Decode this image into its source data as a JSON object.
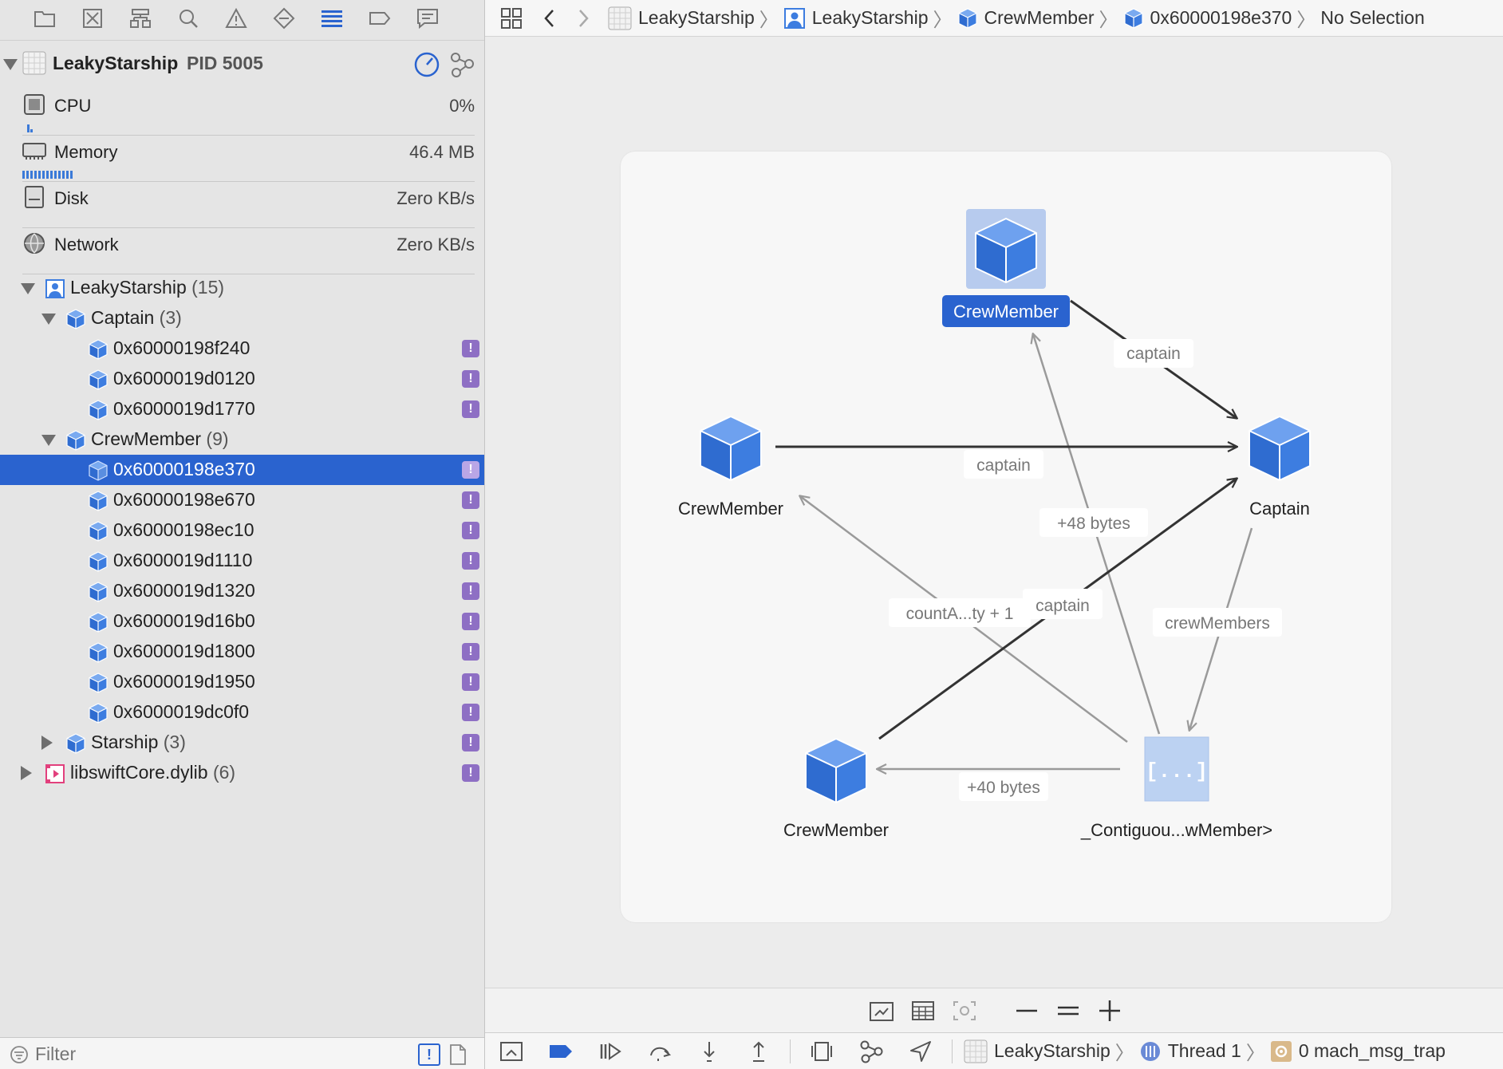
{
  "navigator": {
    "process": {
      "name": "LeakyStarship",
      "pid_label": "PID 5005"
    },
    "gauges": [
      {
        "label": "CPU",
        "value": "0%"
      },
      {
        "label": "Memory",
        "value": "46.4 MB"
      },
      {
        "label": "Disk",
        "value": "Zero KB/s"
      },
      {
        "label": "Network",
        "value": "Zero KB/s"
      }
    ],
    "tree": {
      "root": {
        "label": "LeakyStarship",
        "count": "(15)"
      },
      "captain_group": {
        "label": "Captain",
        "count": "(3)"
      },
      "captain_items": [
        "0x60000198f240",
        "0x6000019d0120",
        "0x6000019d1770"
      ],
      "crew_group": {
        "label": "CrewMember",
        "count": "(9)"
      },
      "crew_items": [
        "0x60000198e370",
        "0x60000198e670",
        "0x60000198ec10",
        "0x6000019d1110",
        "0x6000019d1320",
        "0x6000019d16b0",
        "0x6000019d1800",
        "0x6000019d1950",
        "0x6000019dc0f0"
      ],
      "starship_group": {
        "label": "Starship",
        "count": "(3)"
      },
      "lib_group": {
        "label": "libswiftCore.dylib",
        "count": "(6)"
      }
    },
    "filter": {
      "placeholder": "Filter"
    },
    "warn_glyph": "!"
  },
  "jumpbar": {
    "items": [
      "LeakyStarship",
      "LeakyStarship",
      "CrewMember",
      "0x60000198e370",
      "No Selection"
    ]
  },
  "graph": {
    "nodes": {
      "top": "CrewMember",
      "left": "CrewMember",
      "right": "Captain",
      "bottom_left": "CrewMember",
      "bottom_right": "_Contiguou...wMember>"
    },
    "edge_labels": {
      "captain_1": "captain",
      "captain_2": "captain",
      "captain_3": "captain",
      "bytes48": "+48 bytes",
      "bytes40": "+40 bytes",
      "count": "countA...ty + 1",
      "crew": "crewMembers"
    },
    "storage_glyph": "[...]"
  },
  "debugbar": {
    "target": "LeakyStarship",
    "thread": "Thread 1",
    "frame": "0 mach_msg_trap"
  },
  "colors": {
    "accent": "#2a63cf",
    "cube": "#3d7de0",
    "warn": "#8e6fc4"
  }
}
